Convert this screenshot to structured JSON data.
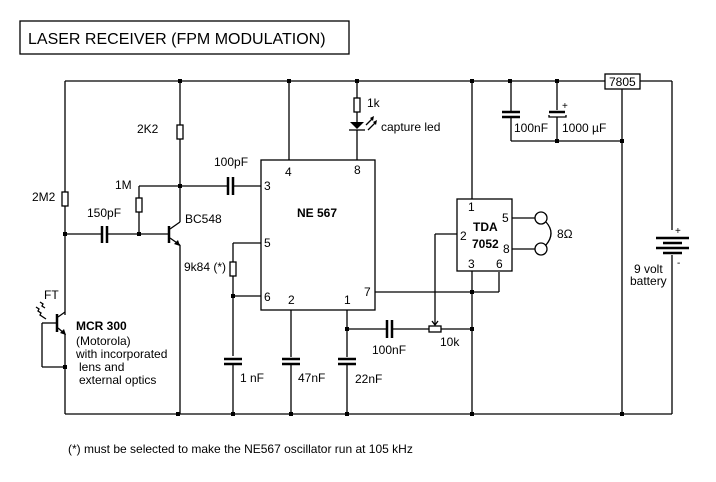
{
  "title": "LASER  RECEIVER  (FPM MODULATION)",
  "footnote": "(*) must be selected to make the NE567 oscillator run at 105 kHz",
  "components": {
    "r_2k2": "2K2",
    "r_1m": "1M",
    "r_2m2": "2M2",
    "c_150pf": "150pF",
    "c_100pf": "100pF",
    "q_bc548": "BC548",
    "r_1k": "1k",
    "led": "capture led",
    "ic_ne567": "NE 567",
    "r_9k84": "9k84 (*)",
    "c_1nf": "1 nF",
    "c_47nf": "47nF",
    "c_22nf": "22nF",
    "c_100nf_coupling": "100nF",
    "pot_10k": "10k",
    "ic_tda_line1": "TDA",
    "ic_tda_line2": "7052",
    "speaker": "8Ω",
    "c_100nf_supply": "100nF",
    "c_1000uf": "1000 µF",
    "regulator": "7805",
    "battery_line1": "9 volt",
    "battery_line2": "battery",
    "battery_plus": "+",
    "battery_minus": "-",
    "electrolytic_plus": "+",
    "phototransistor_tag": "FT",
    "mcr_name": "MCR 300",
    "mcr_line1": "(Motorola)",
    "mcr_line2": " with incorporated",
    "mcr_line3": " lens  and",
    "mcr_line4": " external optics"
  },
  "ne567_pins": {
    "p4": "4",
    "p8": "8",
    "p3": "3",
    "p5": "5",
    "p6": "6",
    "p2": "2",
    "p1": "1",
    "p7": "7"
  },
  "tda_pins": {
    "p1": "1",
    "p2": "2",
    "p5": "5",
    "p8": "8",
    "p3": "3",
    "p6": "6"
  }
}
